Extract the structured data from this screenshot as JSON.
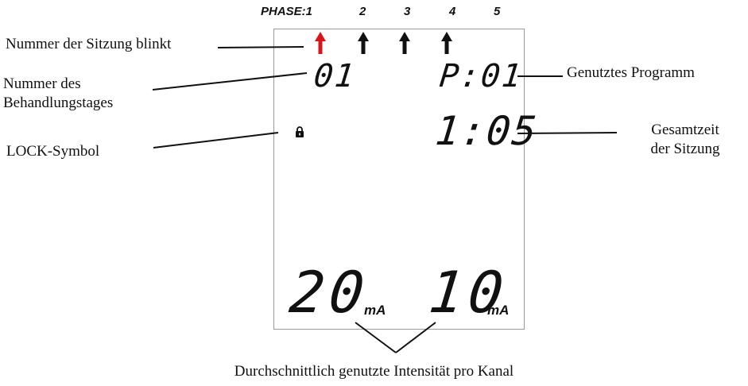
{
  "lcd": {
    "phase_labels": [
      "PHASE:1",
      "2",
      "3",
      "4",
      "5"
    ],
    "active_phase_index": 0,
    "treatment_day": "01",
    "program": "P:01",
    "total_time": "1:05",
    "channel_1_value": "20",
    "channel_1_unit": "mA",
    "channel_2_value": "10",
    "channel_2_unit": "mA",
    "lock_icon": "lock-icon"
  },
  "annotations": {
    "session_number": "Nummer der Sitzung blinkt",
    "treatment_day_line1": "Nummer des",
    "treatment_day_line2": "Behandlungstages",
    "lock_symbol": "LOCK-Symbol",
    "program_used": "Genutztes Programm",
    "total_time_line1": "Gesamtzeit",
    "total_time_line2": "der Sitzung",
    "intensity": "Durchschnittlich genutzte Intensität pro Kanal"
  },
  "colors": {
    "active_arrow": "#d9141a",
    "inactive_arrow": "#111111",
    "lcd_border": "#9a9a9a"
  }
}
